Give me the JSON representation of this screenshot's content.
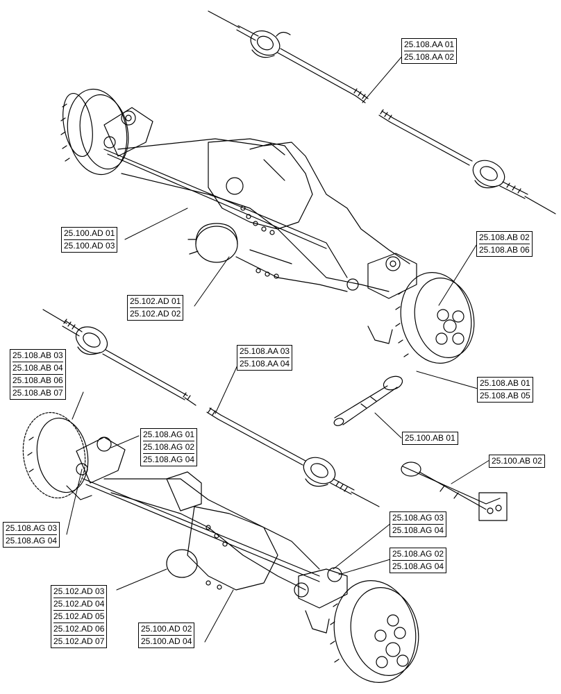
{
  "diagram": {
    "callouts": [
      {
        "id": "c1",
        "codes": [
          "25.108.AA 01",
          "25.108.AA 02"
        ]
      },
      {
        "id": "c2",
        "codes": [
          "25.100.AD 01",
          "25.100.AD 03"
        ]
      },
      {
        "id": "c3",
        "codes": [
          "25.108.AB 02",
          "25.108.AB 06"
        ]
      },
      {
        "id": "c4",
        "codes": [
          "25.102.AD 01",
          "25.102.AD 02"
        ]
      },
      {
        "id": "c5",
        "codes": [
          "25.108.AA 03",
          "25.108.AA 04"
        ]
      },
      {
        "id": "c6",
        "codes": [
          "25.108.AB 03",
          "25.108.AB 04",
          "25.108.AB 06",
          "25.108.AB 07"
        ]
      },
      {
        "id": "c7",
        "codes": [
          "25.108.AB 01",
          "25.108.AB 05"
        ]
      },
      {
        "id": "c8",
        "codes": [
          "25.108.AG 01",
          "25.108.AG 02",
          "25.108.AG 04"
        ]
      },
      {
        "id": "c9",
        "codes": [
          "25.100.AB 01"
        ]
      },
      {
        "id": "c10",
        "codes": [
          "25.100.AB 02"
        ]
      },
      {
        "id": "c11",
        "codes": [
          "25.108.AG 03",
          "25.108.AG 04"
        ]
      },
      {
        "id": "c12",
        "codes": [
          "25.108.AG 03",
          "25.108.AG 04"
        ]
      },
      {
        "id": "c13",
        "codes": [
          "25.108.AG 02",
          "25.108.AG 04"
        ]
      },
      {
        "id": "c14",
        "codes": [
          "25.102.AD 03",
          "25.102.AD 04",
          "25.102.AD 05",
          "25.102.AD 06",
          "25.102.AD 07"
        ]
      },
      {
        "id": "c15",
        "codes": [
          "25.100.AD 02",
          "25.100.AD 04"
        ]
      }
    ]
  }
}
